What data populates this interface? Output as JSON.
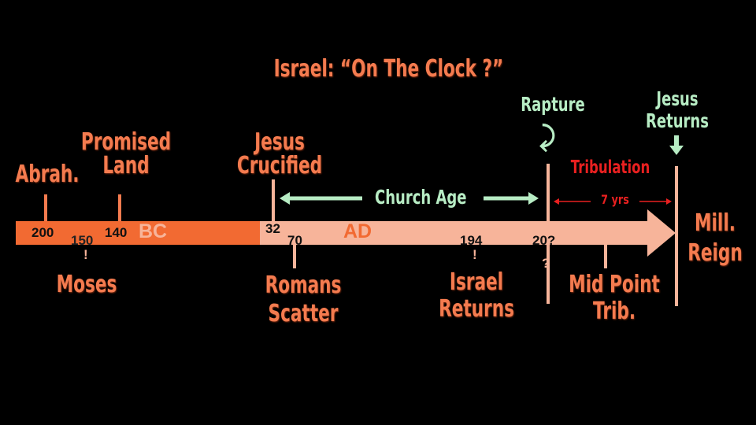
{
  "title": "Israel: “On The Clock ?”",
  "events_above": {
    "abraham": "Abrah.",
    "promised_land": [
      "Promised",
      "Land"
    ],
    "jesus_crucified": [
      "Jesus",
      "Crucified"
    ],
    "rapture": "Rapture",
    "jesus_returns": [
      "Jesus",
      "Returns"
    ]
  },
  "events_below": {
    "moses": "Moses",
    "romans_scatter": [
      "Romans",
      "Scatter"
    ],
    "israel_returns": [
      "Israel",
      "Returns"
    ],
    "mid_point": [
      "Mid Point",
      "Trib."
    ]
  },
  "mill_reign": [
    "Mill.",
    "Reign"
  ],
  "bar": {
    "bc_label": "BC",
    "ad_label": "AD"
  },
  "years": {
    "y200": "200",
    "y150": "150",
    "y150_mark": "!",
    "y140": "140",
    "y32": "32",
    "y70": "70",
    "y194": "194",
    "y194_mark": "!",
    "y20": "20?",
    "y20_mark": "?"
  },
  "church_age": "Church Age",
  "tribulation": "Tribulation",
  "seven_years": "7 yrs",
  "rapture_symbol": "⤸",
  "colors": {
    "orange": "#f47b4f",
    "bar_bc": "#f26a32",
    "bar_ad": "#f7b49a",
    "green": "#b7ecc4",
    "red": "#e82020",
    "tick": "#f7b49a"
  }
}
